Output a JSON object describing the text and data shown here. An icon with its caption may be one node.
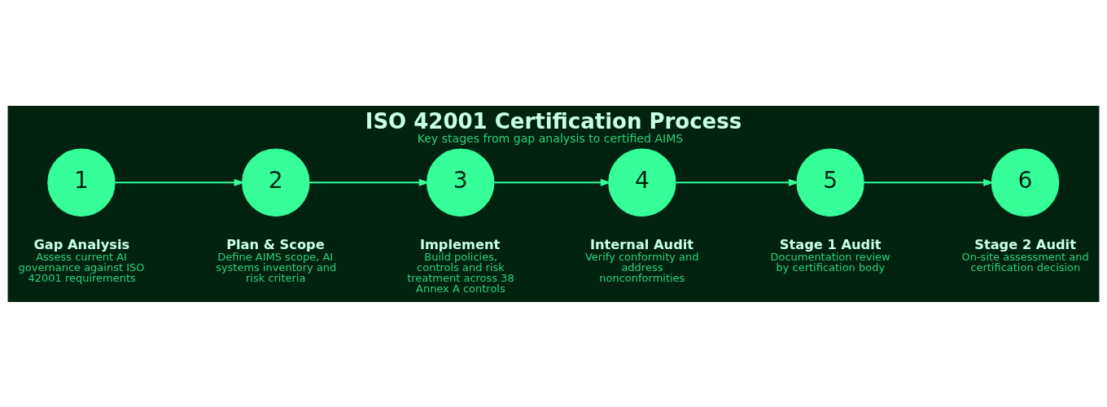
{
  "diagram": {
    "title": "ISO 42001 Certification Process",
    "caption": "Key stages from gap analysis to certified AIMS",
    "nodes": [
      {
        "text": [
          "1"
        ],
        "beside": [
          "Gap Analysis",
          "Assess current AI governance against ISO 42001 requirements"
        ]
      },
      {
        "text": [
          "2"
        ],
        "beside": [
          "Plan & Scope",
          "Define AIMS scope, AI systems inventory and risk criteria"
        ]
      },
      {
        "text": [
          "3"
        ],
        "beside": [
          "Implement",
          "Build policies, controls and risk treatment across 38 Annex A controls"
        ]
      },
      {
        "text": [
          "4"
        ],
        "beside": [
          "Internal Audit",
          "Verify conformity and address nonconformities"
        ]
      },
      {
        "text": [
          "5"
        ],
        "beside": [
          "Stage 1 Audit",
          "Documentation review by certification body"
        ]
      },
      {
        "text": [
          "6"
        ],
        "beside": [
          "Stage 2 Audit",
          "On-site assessment and certification decision"
        ]
      }
    ],
    "edges": [
      {
        "from": 0,
        "to": 1,
        "arrow": "to"
      },
      {
        "from": 1,
        "to": 2,
        "arrow": "to"
      },
      {
        "from": 2,
        "to": 3,
        "arrow": "to"
      },
      {
        "from": 3,
        "to": 4,
        "arrow": "to"
      },
      {
        "from": 4,
        "to": 5,
        "arrow": "to"
      }
    ]
  }
}
